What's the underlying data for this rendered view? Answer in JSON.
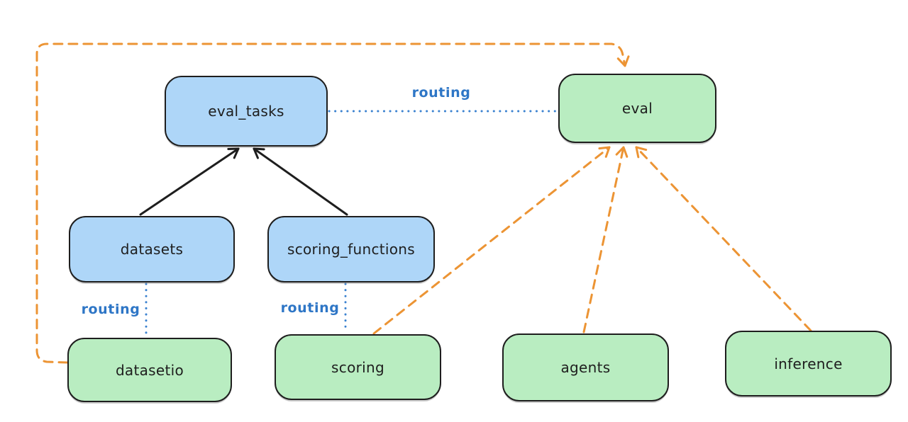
{
  "diagram": {
    "nodes": {
      "eval_tasks": {
        "label": "eval_tasks",
        "color": "blue"
      },
      "eval": {
        "label": "eval",
        "color": "green"
      },
      "datasets": {
        "label": "datasets",
        "color": "blue"
      },
      "scoring_functions": {
        "label": "scoring_functions",
        "color": "blue"
      },
      "datasetio": {
        "label": "datasetio",
        "color": "green"
      },
      "scoring": {
        "label": "scoring",
        "color": "green"
      },
      "agents": {
        "label": "agents",
        "color": "green"
      },
      "inference": {
        "label": "inference",
        "color": "green"
      }
    },
    "edge_labels": {
      "routing_top": "routing",
      "routing_left": "routing",
      "routing_mid": "routing"
    },
    "colors": {
      "background": "#ffffff",
      "node_blue_fill": "#aed6f8",
      "node_green_fill": "#b9edc1",
      "node_stroke": "#1e1e1e",
      "routing_text": "#2e76c6",
      "routing_dotted": "#3b82d0",
      "arrow_black": "#1e1e1e",
      "arrow_orange": "#ec9434"
    }
  }
}
